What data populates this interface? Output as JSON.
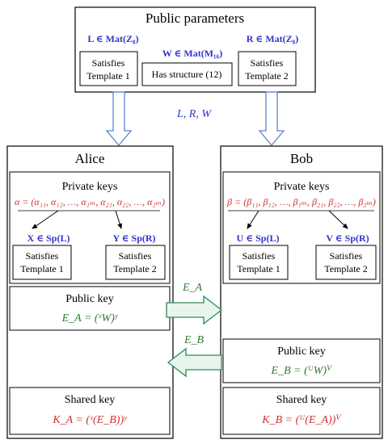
{
  "public_params": {
    "title": "Public parameters",
    "L_expr": "L ∈ Mat(Z₈)",
    "W_expr": "W ∈ Mat(M₁₆)",
    "R_expr": "R ∈ Mat(Z₈)",
    "box1_line1": "Satisfies",
    "box1_line2": "Template 1",
    "box2": "Has structure (12)",
    "box3_line1": "Satisfies",
    "box3_line2": "Template 2"
  },
  "shared_params_label": "L, R, W",
  "alice": {
    "title": "Alice",
    "private_keys_title": "Private keys",
    "alpha_expr": "α = (α₁₁, α₁₂, …, α₁ₘ, α₂₁, α₂₂, …, α₂ₘ)",
    "X_expr": "X ∈ Sp(L)",
    "Y_expr": "Y ∈ Sp(R)",
    "t1_line1": "Satisfies",
    "t1_line2": "Template 1",
    "t2_line1": "Satisfies",
    "t2_line2": "Template 2",
    "public_key_title": "Public key",
    "public_key_expr": "E_A = (ˣW)ʸ",
    "shared_key_title": "Shared key",
    "shared_key_expr": "K_A = (ˣ(E_B))ʸ"
  },
  "bob": {
    "title": "Bob",
    "private_keys_title": "Private keys",
    "beta_expr": "β = (β₁₁, β₁₂, …, β₁ₘ, β₂₁, β₂₂, …, β₂ₘ)",
    "U_expr": "U ∈ Sp(L)",
    "V_expr": "V ∈ Sp(R)",
    "t1_line1": "Satisfies",
    "t1_line2": "Template 1",
    "t2_line1": "Satisfies",
    "t2_line2": "Template 2",
    "public_key_title": "Public key",
    "public_key_expr": "E_B = (ᵁW)ⱽ",
    "shared_key_title": "Shared key",
    "shared_key_expr": "K_B = (ᵁ(E_A))ⱽ"
  },
  "arrow_EA": "E_A",
  "arrow_EB": "E_B",
  "colors": {
    "blue": "#3333cc",
    "red": "#cc3333",
    "green": "#2e7d32",
    "arrow_fill": "#e8f5ee",
    "arrow_stroke": "#2e8b57",
    "down_arrow_stroke": "#5b86c9"
  }
}
